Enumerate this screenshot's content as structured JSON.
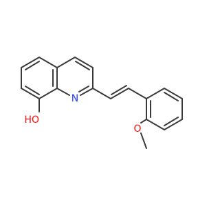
{
  "molecule": {
    "atoms": {
      "n": {
        "symbol": "N",
        "color": "#1f3fff"
      },
      "oh": {
        "symbol": "HO",
        "color": "#ff0d0d"
      },
      "ome": {
        "symbol": "O",
        "color": "#ff0d0d"
      }
    },
    "bond_color": "#3a3a3a"
  }
}
